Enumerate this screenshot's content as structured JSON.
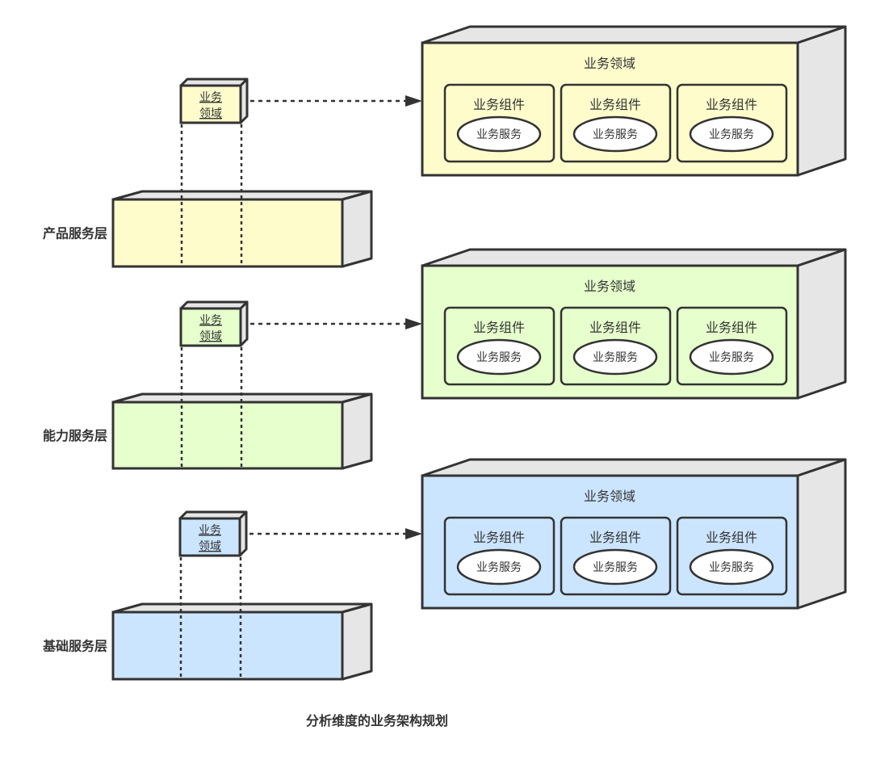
{
  "diagram": {
    "title": "分析维度的业务架构规划",
    "colors": {
      "stroke": "#333333",
      "side": "#e6e6e6",
      "ellipse_fill": "#ffffff"
    },
    "rows": [
      {
        "id": "product",
        "layer_label": "产品服务层",
        "fill": "#fffccc",
        "small_box_line1": "业务",
        "small_box_line2": "领域",
        "domain": {
          "title": "业务领域",
          "components": [
            {
              "title": "业务组件",
              "service": "业务服务"
            },
            {
              "title": "业务组件",
              "service": "业务服务"
            },
            {
              "title": "业务组件",
              "service": "业务服务"
            }
          ]
        }
      },
      {
        "id": "capability",
        "layer_label": "能力服务层",
        "fill": "#e6ffcc",
        "small_box_line1": "业务",
        "small_box_line2": "领域",
        "domain": {
          "title": "业务领域",
          "components": [
            {
              "title": "业务组件",
              "service": "业务服务"
            },
            {
              "title": "业务组件",
              "service": "业务服务"
            },
            {
              "title": "业务组件",
              "service": "业务服务"
            }
          ]
        }
      },
      {
        "id": "foundation",
        "layer_label": "基础服务层",
        "fill": "#cce5ff",
        "small_box_line1": "业务",
        "small_box_line2": "领域",
        "domain": {
          "title": "业务领域",
          "components": [
            {
              "title": "业务组件",
              "service": "业务服务"
            },
            {
              "title": "业务组件",
              "service": "业务服务"
            },
            {
              "title": "业务组件",
              "service": "业务服务"
            }
          ]
        }
      }
    ]
  }
}
